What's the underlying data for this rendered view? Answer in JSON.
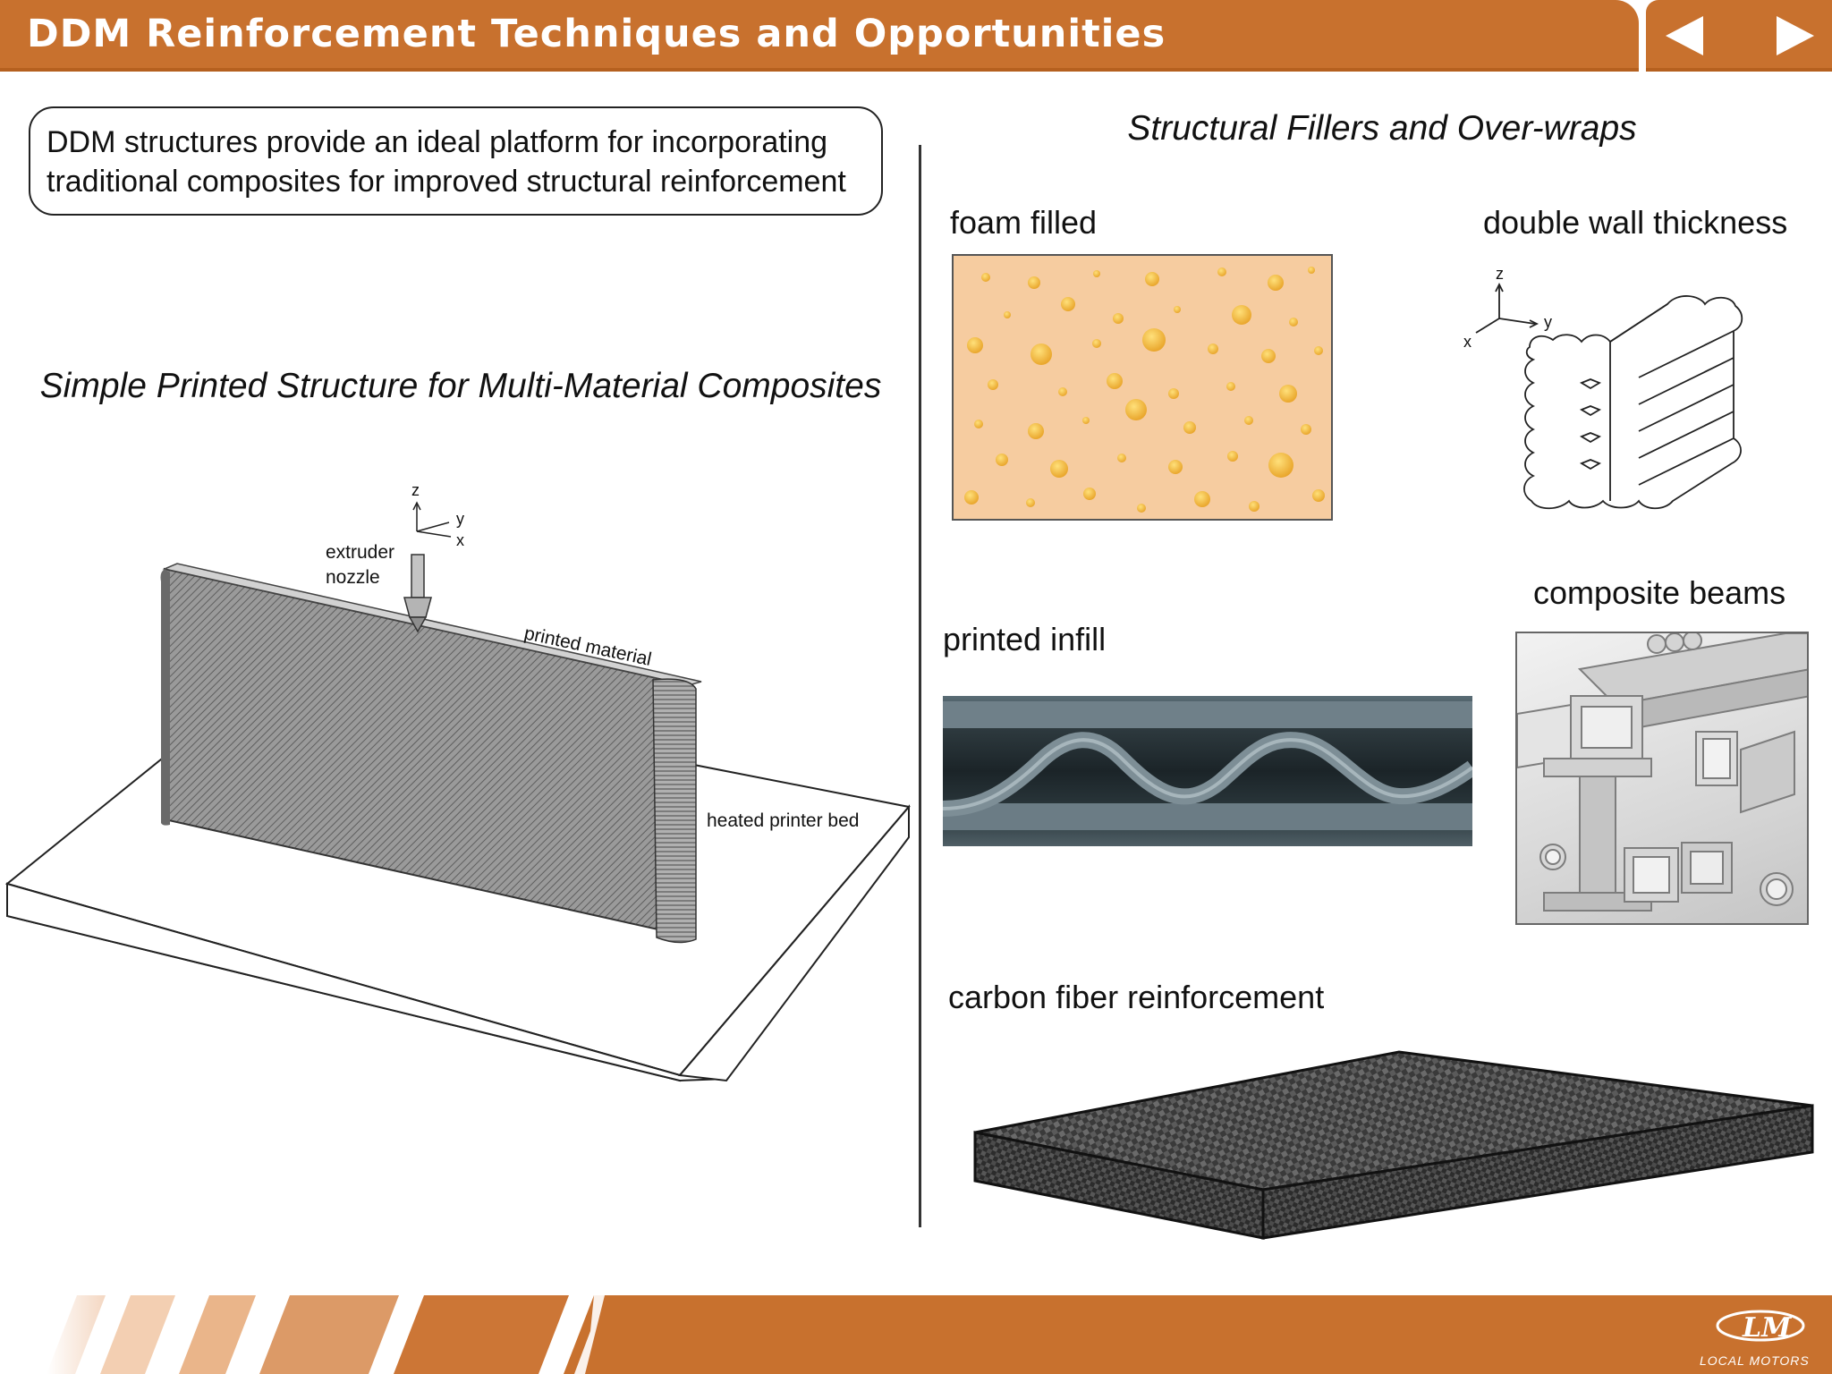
{
  "header": {
    "title": "DDM Reinforcement Techniques and Opportunities",
    "prev_icon": "triangle-left-icon",
    "next_icon": "triangle-right-icon"
  },
  "left": {
    "intro_lines": [
      "DDM structures provide an ideal platform for incorporating",
      "traditional composites for improved structural reinforcement"
    ],
    "heading": "Simple Printed Structure for Multi-Material Composites",
    "diagram": {
      "axis_z": "z",
      "axis_y": "y",
      "axis_x": "x",
      "nozzle_label_1": "extruder",
      "nozzle_label_2": "nozzle",
      "material_label": "printed material",
      "bed_label": "heated printer bed"
    }
  },
  "right": {
    "heading": "Structural Fillers and Over-wraps",
    "foam_label": "foam filled",
    "double_wall_label": "double wall thickness",
    "double_wall_axes": {
      "z": "z",
      "y": "y",
      "x": "x"
    },
    "infill_label": "printed infill",
    "beams_label": "composite beams",
    "carbon_label": "carbon fiber reinforcement"
  },
  "footer": {
    "logo_mark": "LM",
    "logo_text": "LOCAL MOTORS"
  },
  "colors": {
    "accent": "#c8712e",
    "accent_light": "#e8b48a",
    "foam": "#f6cca0",
    "bubble": "#f5b83d"
  }
}
